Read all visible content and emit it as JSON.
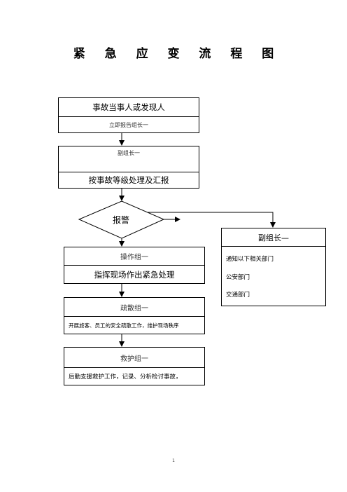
{
  "title": "紧 急 应 变 流 程 图",
  "box1": {
    "main": "事故当事人或发现人",
    "sub": "立即报告组长一"
  },
  "box2": {
    "sub": "副组长一",
    "main": "按事故等级处理及汇报"
  },
  "diamond": {
    "label": "报警"
  },
  "side_box": {
    "title": "副组长—",
    "items": [
      "通知以下相关部门",
      "公安部门",
      "交通部门"
    ]
  },
  "box3": {
    "title": "操作组一",
    "main": "指挥现场作出紧急处理"
  },
  "box4": {
    "title": "疏散组一",
    "main": "开展旅客、员工的安全疏散工作，维护现场秩序"
  },
  "box5": {
    "title": "救护组一",
    "main": "后勤支援救护工作，记录、分析检讨事故，"
  },
  "page_number": "1"
}
